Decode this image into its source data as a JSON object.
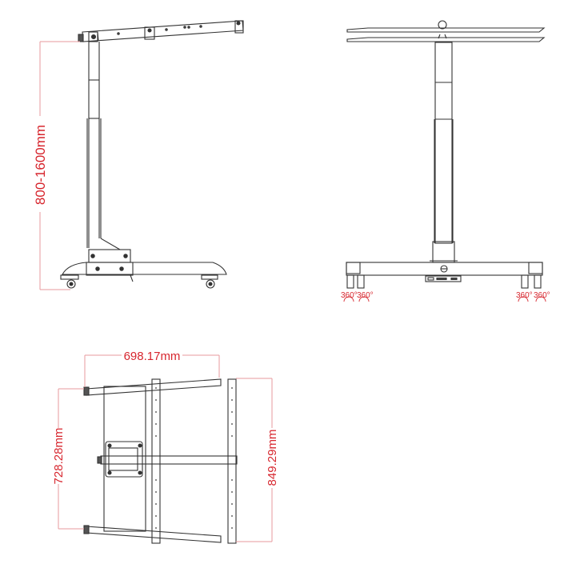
{
  "colors": {
    "line": "#333333",
    "dimension": "#d7262e",
    "dimension_line": "#e79a9e",
    "background": "#ffffff"
  },
  "side_view": {
    "height_dimension": "800-1600mm"
  },
  "front_view": {
    "caster_rotation_labels": [
      "360°",
      "360°",
      "360°",
      "360°"
    ]
  },
  "top_view": {
    "width_dimension": "698.17mm",
    "inner_depth_dimension": "728.28mm",
    "outer_depth_dimension": "849.29mm"
  }
}
